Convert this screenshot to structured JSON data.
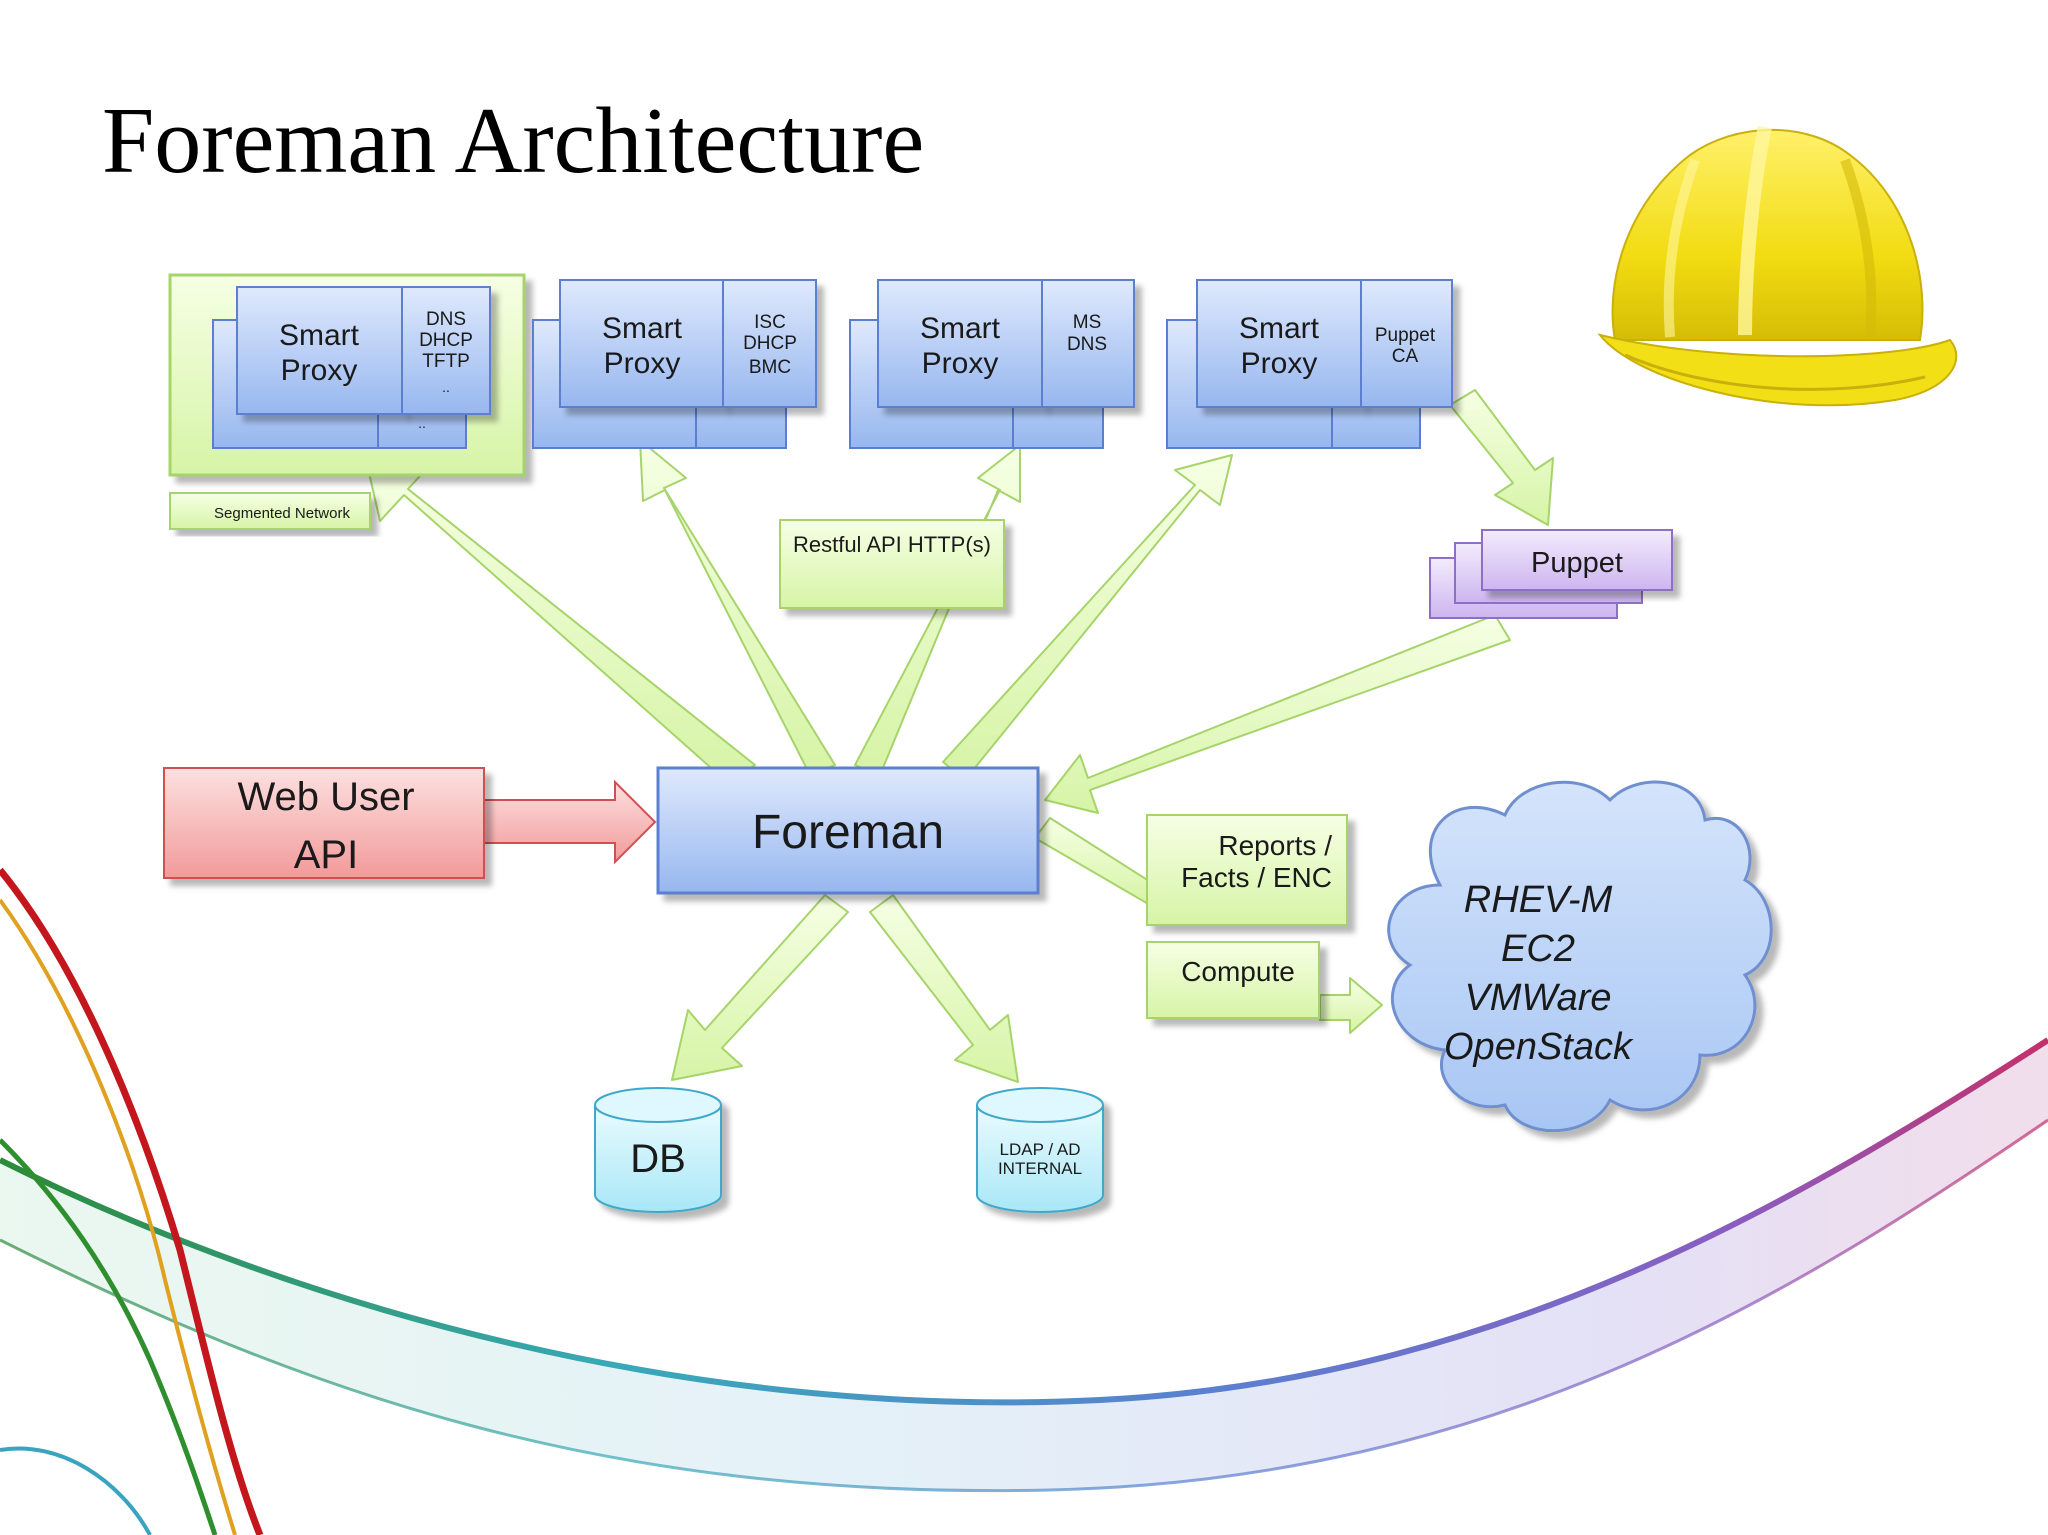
{
  "slide": {
    "title": "Foreman Architecture"
  },
  "proxies": [
    {
      "label_line1": "Smart",
      "label_line2": "Proxy",
      "services": [
        "DNS",
        "DHCP",
        "TFTP",
        ".."
      ],
      "back_services": [
        ".."
      ]
    },
    {
      "label_line1": "Smart",
      "label_line2": "Proxy",
      "services": [
        "ISC",
        "DHCP",
        "BMC"
      ]
    },
    {
      "label_line1": "Smart",
      "label_line2": "Proxy",
      "services": [
        "MS",
        "DNS"
      ]
    },
    {
      "label_line1": "Smart",
      "label_line2": "Proxy",
      "services": [
        "Puppet",
        "CA"
      ]
    }
  ],
  "labels": {
    "segmented_network": "Segmented Network",
    "restful_api": "Restful API HTTP(s)",
    "puppet": "Puppet",
    "web_user_line1": "Web User",
    "web_user_line2": "API",
    "foreman": "Foreman",
    "reports_line1": "Reports /",
    "reports_line2": "Facts / ENC",
    "compute": "Compute",
    "db": "DB",
    "ldap_line1": "LDAP / AD",
    "ldap_line2": "INTERNAL"
  },
  "cloud": {
    "providers": [
      "RHEV-M",
      "EC2",
      "VMWare",
      "OpenStack"
    ]
  },
  "colors": {
    "proxy_blue": "#a9c4f5",
    "arrow_green": "#e4f9c0",
    "arrow_stroke": "#a6d46a",
    "web_red": "#f7a8a8",
    "puppet_purple": "#dcc8f4",
    "db_cyan": "#bfeefa",
    "cloud_blue": "#b8d2f7",
    "hat_yellow": "#f3df16"
  },
  "icons": [
    "hard-hat-icon"
  ]
}
